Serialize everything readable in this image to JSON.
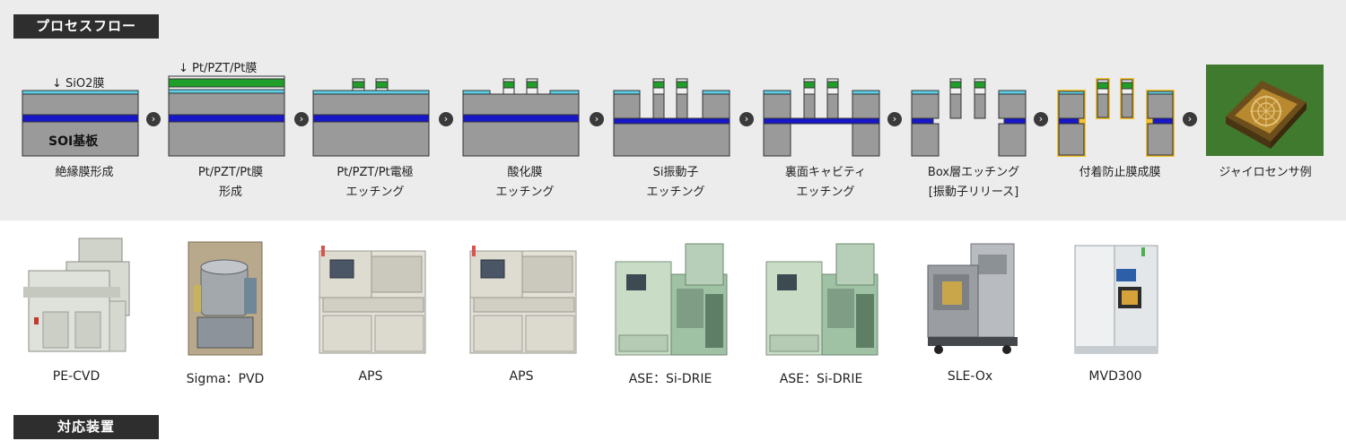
{
  "headers": {
    "process_flow": "プロセスフロー",
    "equipment": "対応装置"
  },
  "annotations": {
    "sio2": "↓ SiO2膜",
    "pzt": "↓ Pt/PZT/Pt膜",
    "substrate": "SOI基板"
  },
  "steps": [
    {
      "line1": "絶縁膜形成",
      "line2": ""
    },
    {
      "line1": "Pt/PZT/Pt膜",
      "line2": "形成"
    },
    {
      "line1": "Pt/PZT/Pt電極",
      "line2": "エッチング"
    },
    {
      "line1": "酸化膜",
      "line2": "エッチング"
    },
    {
      "line1": "Si振動子",
      "line2": "エッチング"
    },
    {
      "line1": "裏面キャビティ",
      "line2": "エッチング"
    },
    {
      "line1": "Box層エッチング",
      "line2": "[振動子リリース]"
    },
    {
      "line1": "付着防止膜成膜",
      "line2": ""
    },
    {
      "line1": "ジャイロセンサ例",
      "line2": ""
    }
  ],
  "arrow_icon": "chevron-right-icon",
  "equipment": [
    {
      "name": "PE-CVD"
    },
    {
      "name": "Sigma：PVD"
    },
    {
      "name": "APS"
    },
    {
      "name": "APS"
    },
    {
      "name": "ASE：Si-DRIE"
    },
    {
      "name": "ASE：Si-DRIE"
    },
    {
      "name": "SLE-Ox"
    },
    {
      "name": "MVD300"
    }
  ],
  "colors": {
    "silicon": "#9a9a9a",
    "box": "#1717c8",
    "oxide": "#5ecfe6",
    "pzt": "#1f9e2a",
    "pt": "#f0f0f0",
    "coating": "#f2c230",
    "band": "#ececec"
  }
}
